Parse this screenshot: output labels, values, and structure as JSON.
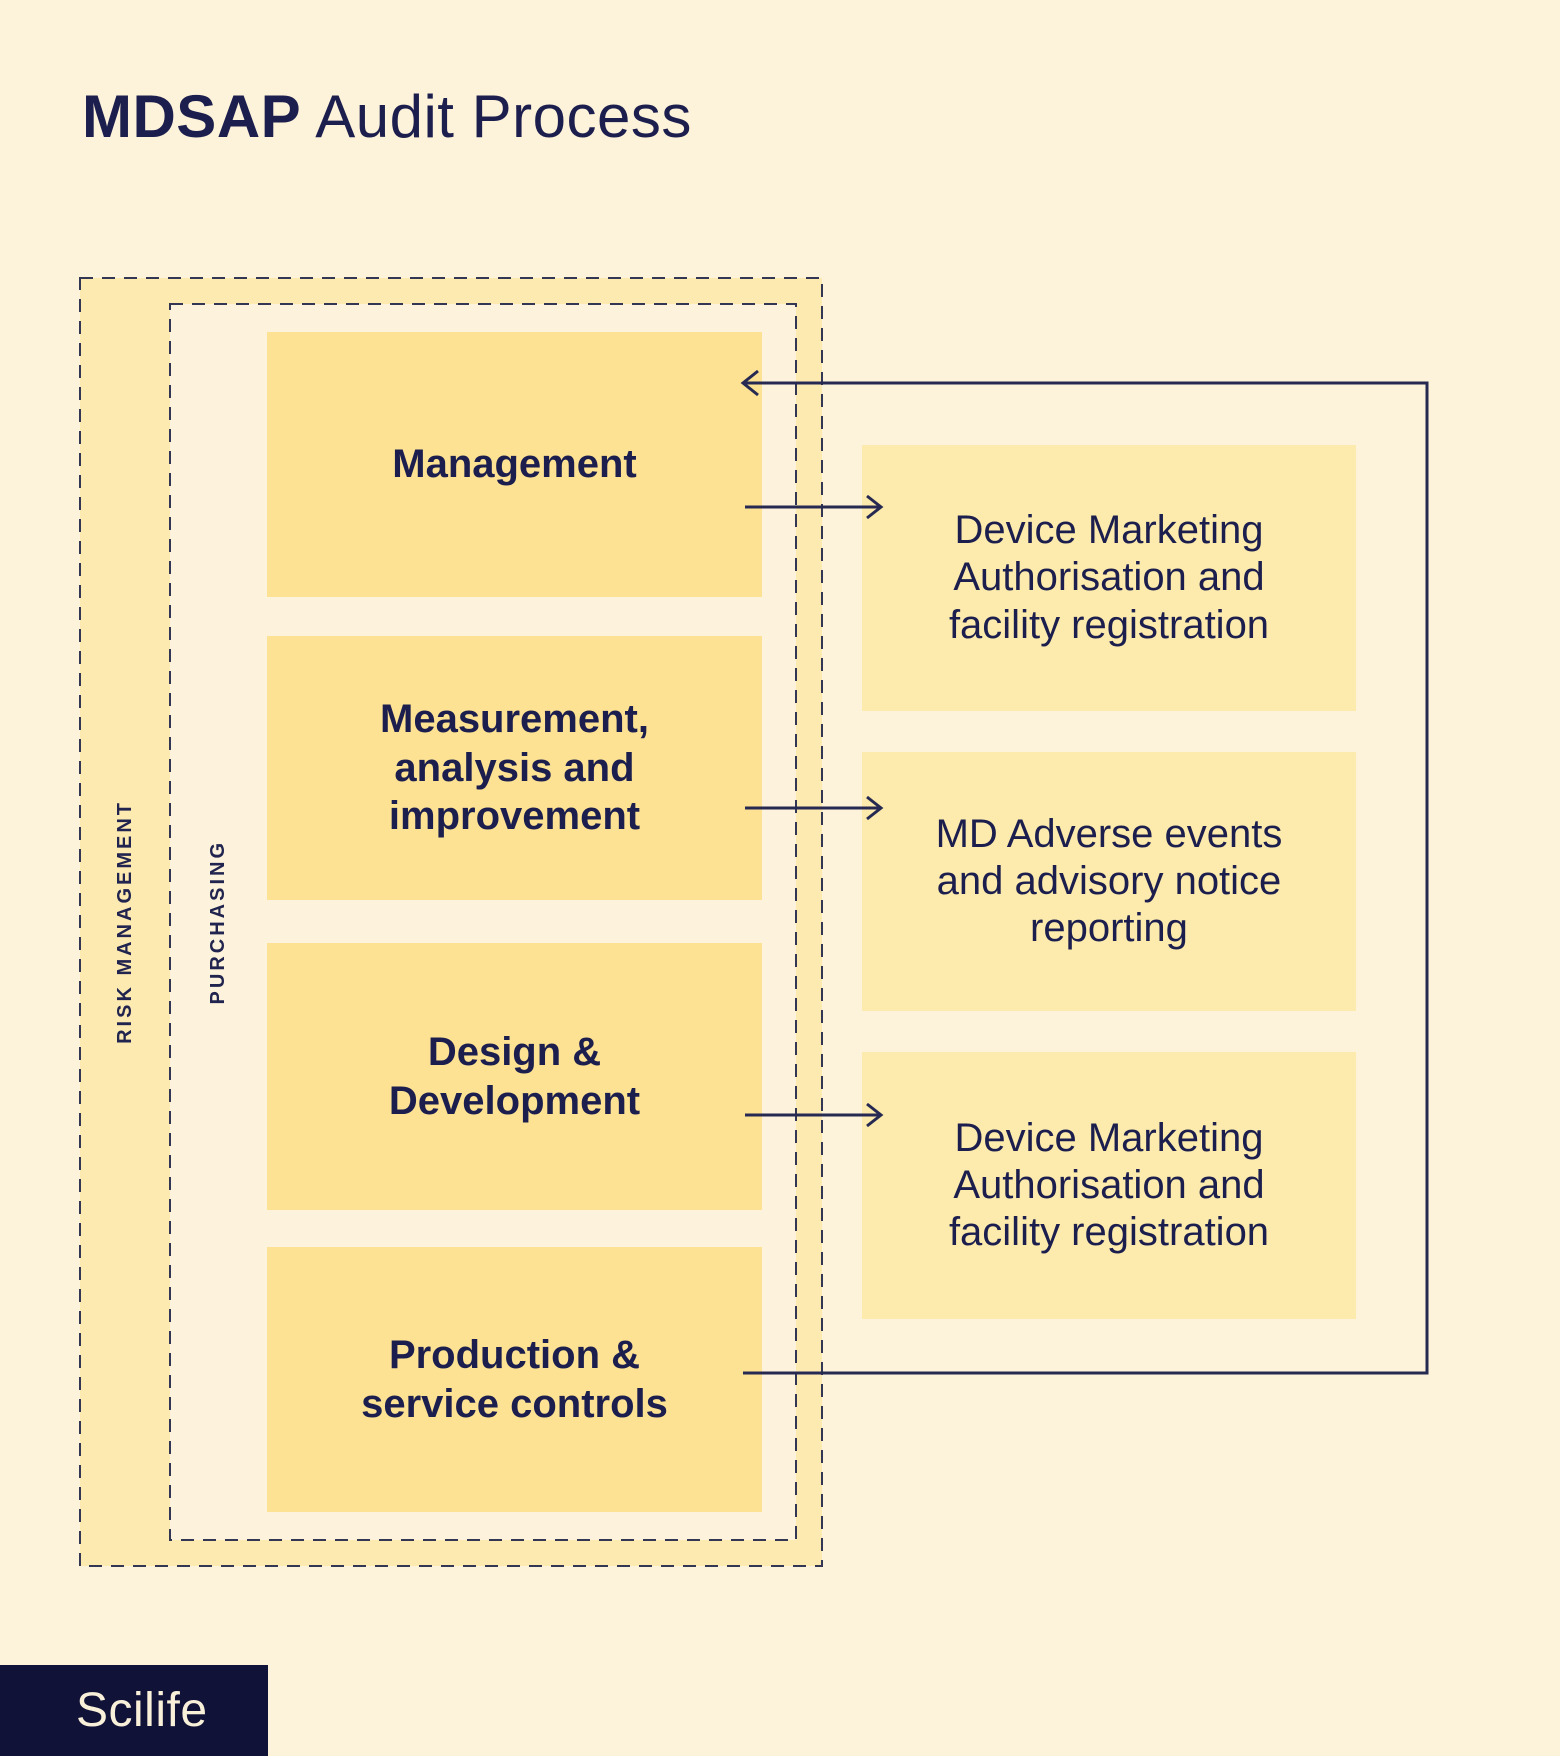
{
  "title": {
    "brand": "MDSAP",
    "rest": "Audit Process"
  },
  "bands": {
    "outer_label": "RISK MANAGEMENT",
    "inner_label": "PURCHASING"
  },
  "process_boxes": [
    {
      "label": "Management"
    },
    {
      "label": "Measurement,\nanalysis and\nimprovement"
    },
    {
      "label": "Design &\nDevelopment"
    },
    {
      "label": "Production &\nservice controls"
    }
  ],
  "outcome_boxes": [
    {
      "label": "Device Marketing\nAuthorisation and\nfacility registration"
    },
    {
      "label": "MD Adverse events\nand advisory notice\nreporting"
    },
    {
      "label": "Device Marketing\nAuthorisation and\nfacility registration"
    }
  ],
  "connectors": [
    {
      "name": "feedback-loop",
      "from": "Production & service controls",
      "to": "Management",
      "direction": "left-arrow"
    },
    {
      "name": "management-to-device-marketing",
      "from": "Management",
      "to": "Device Marketing Authorisation and facility registration",
      "direction": "right-arrow"
    },
    {
      "name": "measurement-to-md-adverse-events",
      "from": "Measurement, analysis and improvement",
      "to": "MD Adverse events and advisory notice reporting",
      "direction": "right-arrow"
    },
    {
      "name": "design-to-device-marketing",
      "from": "Design & Development",
      "to": "Device Marketing Authorisation and facility registration",
      "direction": "right-arrow"
    }
  ],
  "logo": {
    "text": "Scilife"
  },
  "colors": {
    "background": "#FDF2DA",
    "outer_band_fill": "#FDEAB1",
    "inner_band_fill": "#FDF3DC",
    "process_box_fill": "#FDE293",
    "outcome_box_fill": "#FDEBAD",
    "line_navy": "#262A52",
    "text_navy": "#1C1F4E",
    "logo_background": "#111238",
    "logo_text": "#F9F0DA"
  }
}
